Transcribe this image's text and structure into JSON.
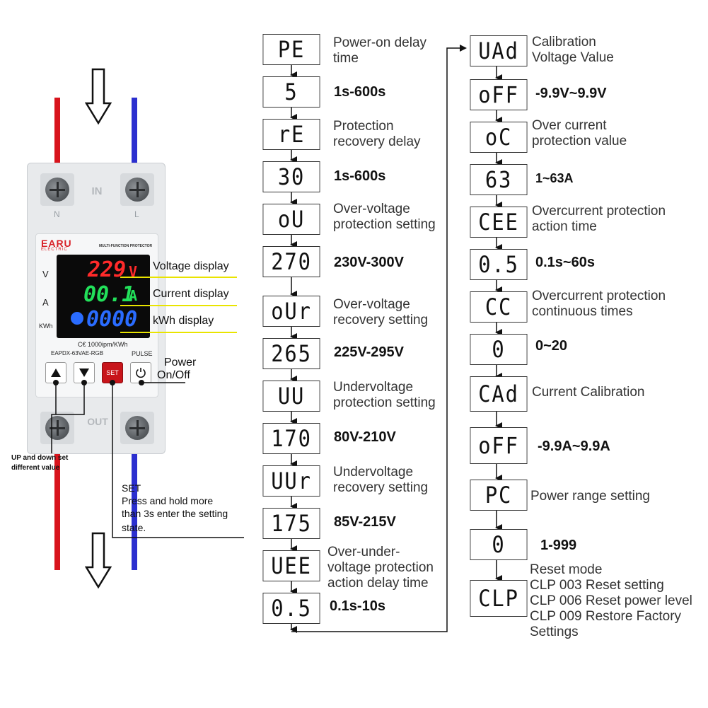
{
  "device": {
    "brand": "EARU",
    "brand_sub": "ELECTRIC",
    "title": "MULTI-FUNCTION PROTECTOR",
    "port_in": "IN",
    "port_out": "OUT",
    "terminal_n": "N",
    "terminal_l": "L",
    "row_v": "V",
    "row_a": "A",
    "row_kwh": "KWh",
    "volt_reading": "229",
    "volt_unit": "V",
    "amp_reading": "00.1",
    "amp_unit": "A",
    "kwh_reading": "0000",
    "cert": "C€ 1000ipm/KWh",
    "model": "EAPDX-63VAE-RGB",
    "pulse": "PULSE",
    "set_label": "SET",
    "colors": {
      "red_wire": "#d8141c",
      "blue_wire": "#2b2fcf",
      "volt": "#ff2a2a",
      "amp": "#22e05a",
      "kwh": "#2a6cff",
      "set_btn": "#c8151b",
      "brand": "#d81f26"
    }
  },
  "callouts": {
    "voltage": "Voltage display",
    "current": "Current display",
    "kwh": "kWh display",
    "power_line1": "Power",
    "power_line2": "On/Off",
    "updown_line1": "UP and down set",
    "updown_line2": "different value",
    "set_line1": "SET",
    "set_line2": "Press and hold more",
    "set_line3": "than 3s enter the setting",
    "set_line4": "state."
  },
  "flow_left": [
    {
      "code": "PE",
      "label1": "Power-on delay",
      "label2": "time"
    },
    {
      "code": "5",
      "value": "1s-600s"
    },
    {
      "code": "rE",
      "label1": "Protection",
      "label2": "recovery delay"
    },
    {
      "code": "30",
      "value": "1s-600s"
    },
    {
      "code": "oU",
      "label1": "Over-voltage",
      "label2": "protection setting"
    },
    {
      "code": "270",
      "value": "230V-300V"
    },
    {
      "code": "oUr",
      "label1": "Over-voltage",
      "label2": "recovery setting"
    },
    {
      "code": "265",
      "value": "225V-295V"
    },
    {
      "code": "UU",
      "label1": "Undervoltage",
      "label2": "protection setting"
    },
    {
      "code": "170",
      "value": "80V-210V"
    },
    {
      "code": "UUr",
      "label1": "Undervoltage",
      "label2": "recovery setting"
    },
    {
      "code": "175",
      "value": "85V-215V"
    },
    {
      "code": "UEE",
      "label1": "Over-under-",
      "label2": "voltage protection",
      "label3": "action delay time"
    },
    {
      "code": "0.5",
      "value": "0.1s-10s"
    }
  ],
  "flow_right": [
    {
      "code": "UAd",
      "label1": "Calibration",
      "label2": "Voltage Value"
    },
    {
      "code": "oFF",
      "value": "-9.9V~9.9V"
    },
    {
      "code": "oC",
      "label1": "Over current",
      "label2": "protection value"
    },
    {
      "code": "63",
      "value": "1~63A"
    },
    {
      "code": "CEE",
      "label1": "Overcurrent protection",
      "label2": "action time"
    },
    {
      "code": "0.5",
      "value": "0.1s~60s"
    },
    {
      "code": "CC",
      "label1": "Overcurrent protection",
      "label2": "continuous times"
    },
    {
      "code": "0",
      "value": "0~20"
    },
    {
      "code": "CAd",
      "label1": "Current Calibration"
    },
    {
      "code": "oFF",
      "value": "-9.9A~9.9A"
    },
    {
      "code": "PC",
      "label1": "Power range setting"
    },
    {
      "code": "0",
      "value": "1-999"
    },
    {
      "code": "CLP",
      "label0": "Reset mode",
      "label1": "CLP 003 Reset setting",
      "label2": "CLP 006 Reset power level",
      "label3": "CLP 009 Restore Factory",
      "label4": "Settings"
    }
  ]
}
